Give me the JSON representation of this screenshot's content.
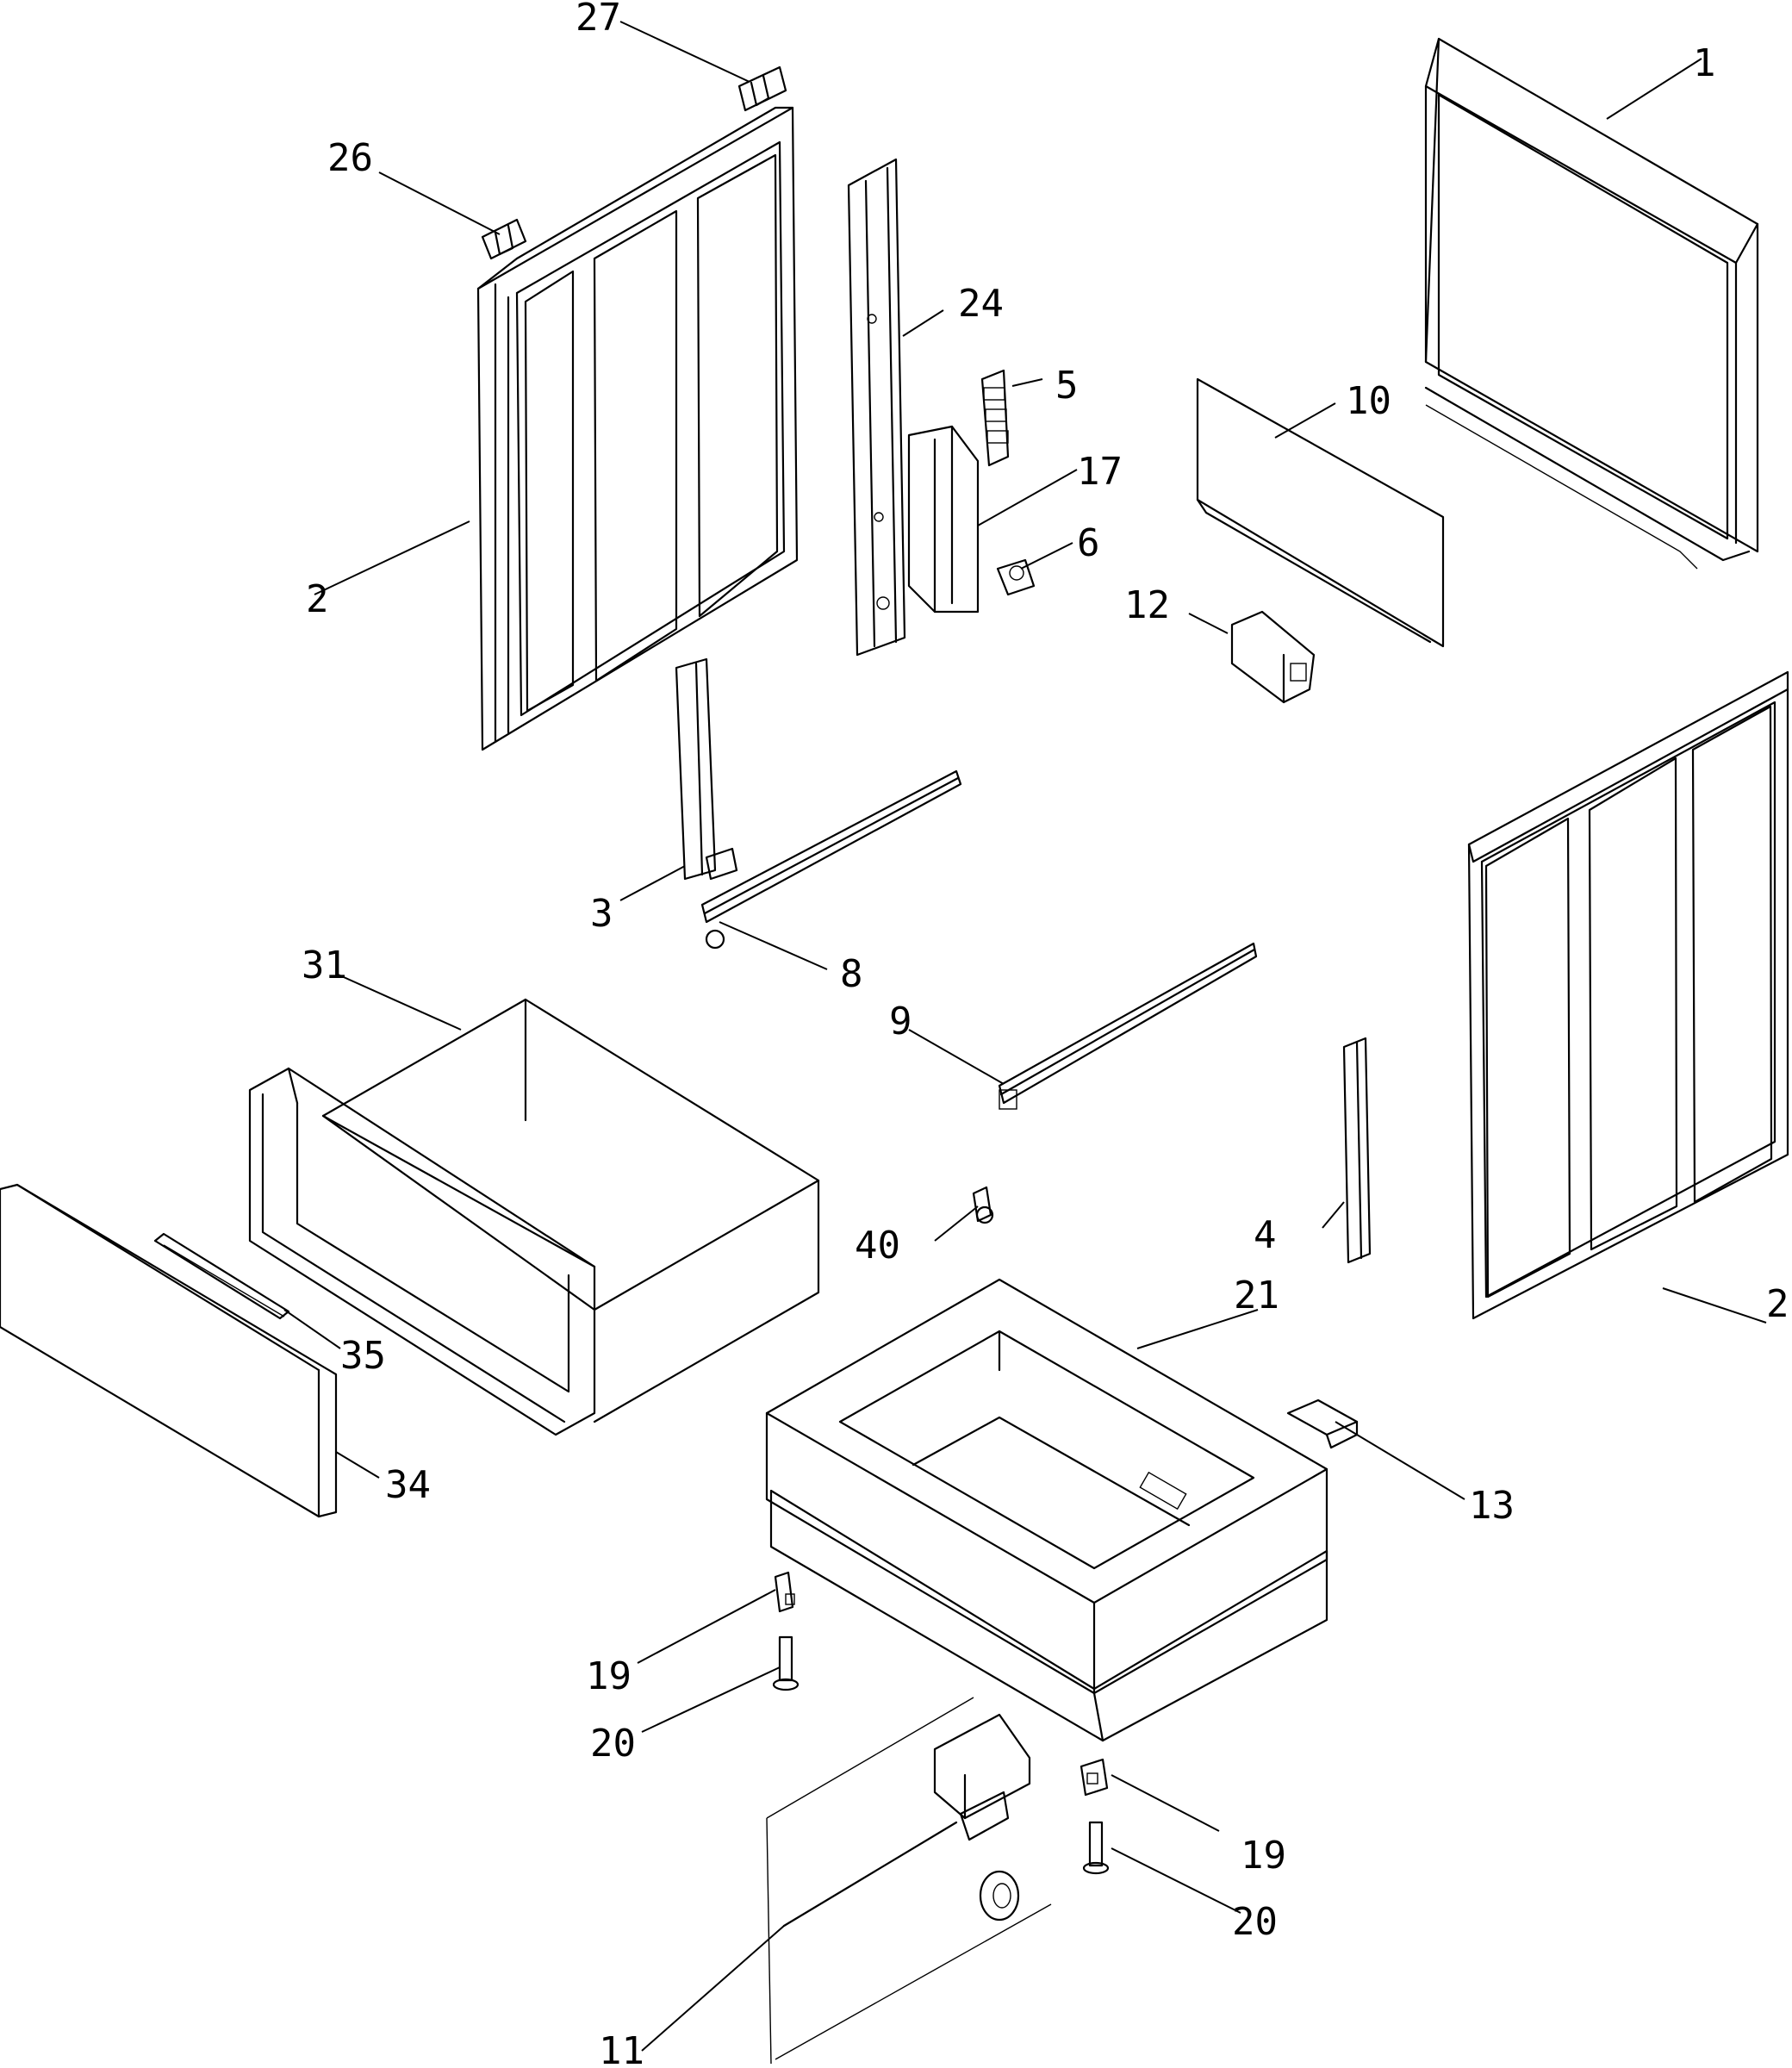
{
  "callouts": {
    "c1": "1",
    "c2a": "2",
    "c2b": "2",
    "c3": "3",
    "c4": "4",
    "c5": "5",
    "c6": "6",
    "c8": "8",
    "c9": "9",
    "c10": "10",
    "c11": "11",
    "c12": "12",
    "c13": "13",
    "c17": "17",
    "c19a": "19",
    "c19b": "19",
    "c20a": "20",
    "c20b": "20",
    "c21": "21",
    "c24": "24",
    "c26": "26",
    "c27": "27",
    "c31": "31",
    "c34": "34",
    "c35": "35",
    "c40": "40"
  }
}
